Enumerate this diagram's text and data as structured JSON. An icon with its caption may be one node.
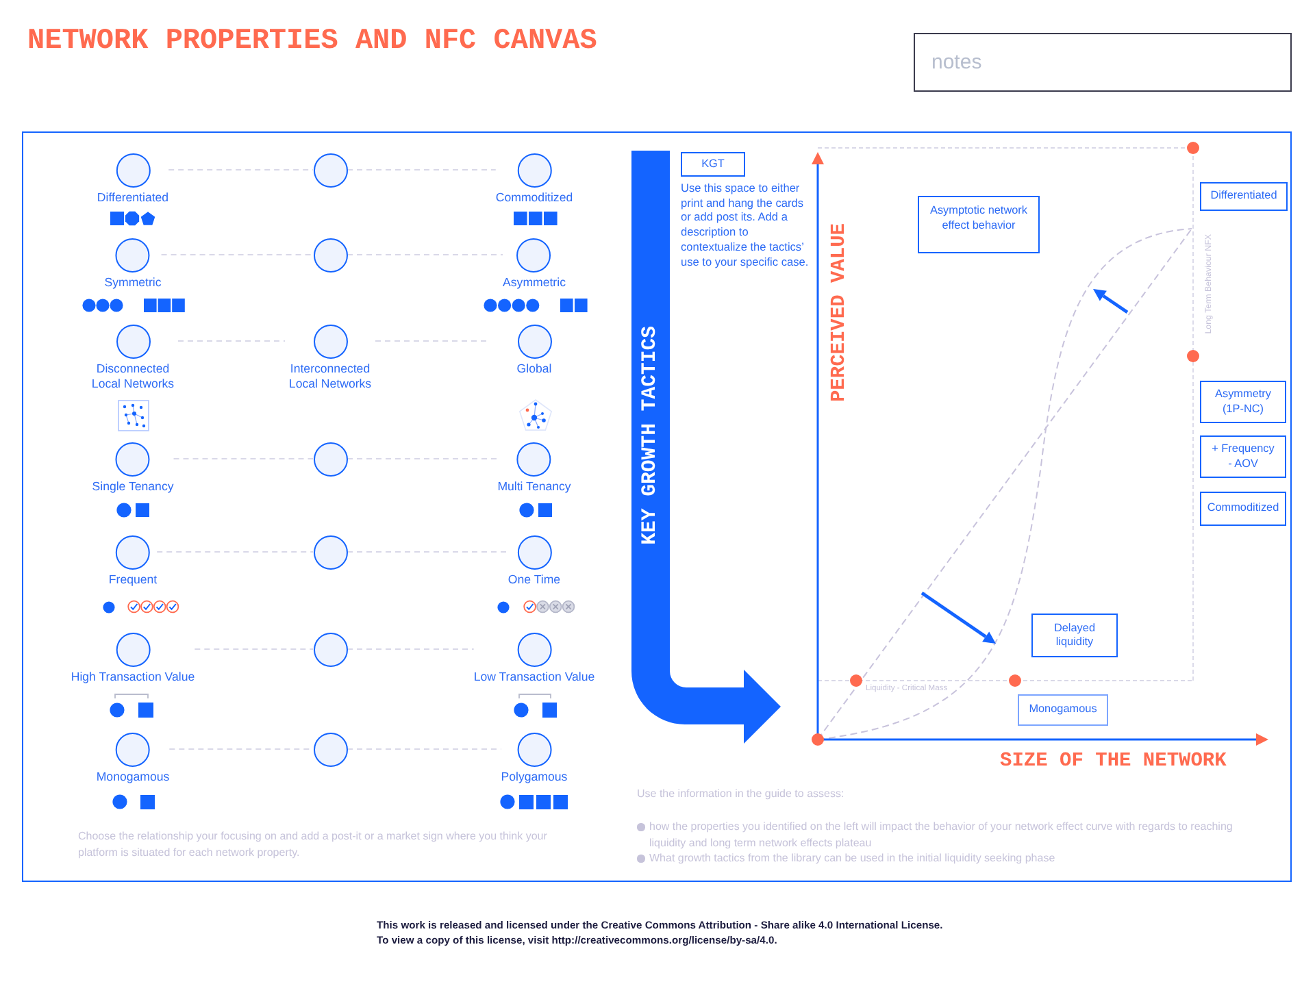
{
  "diagram": {
    "title": "NETWORK PROPERTIES AND NFC CANVAS",
    "nodes": [
      {
        "text": [
          "notes"
        ]
      },
      {
        "text": [
          "Differentiated"
        ]
      },
      {
        "text": [],
        "shape": "circle"
      },
      {
        "text": [
          "Commoditized"
        ]
      },
      {
        "text": [
          "Symmetric"
        ]
      },
      {
        "text": [],
        "shape": "circle"
      },
      {
        "text": [
          "Asymmetric"
        ]
      },
      {
        "text": [
          "Disconnected Local Networks"
        ]
      },
      {
        "text": [
          "Interconnected Local Networks"
        ]
      },
      {
        "text": [
          "Global"
        ]
      },
      {
        "text": [
          "Single Tenancy"
        ]
      },
      {
        "text": [],
        "shape": "circle"
      },
      {
        "text": [
          "Multi Tenancy"
        ]
      },
      {
        "text": [
          "Frequent"
        ]
      },
      {
        "text": [],
        "shape": "circle"
      },
      {
        "text": [
          "One Time"
        ]
      },
      {
        "text": [
          "High Transaction Value"
        ]
      },
      {
        "text": [],
        "shape": "circle"
      },
      {
        "text": [
          "Low Transaction Value"
        ]
      },
      {
        "text": [
          "Monogamous"
        ]
      },
      {
        "text": [],
        "shape": "circle"
      },
      {
        "text": [
          "Polygamous"
        ]
      },
      {
        "text": [
          "KEY GROWTH TACTICS"
        ]
      },
      {
        "text": [
          "KGT"
        ]
      },
      {
        "text": [
          "Asymptotic network effect behavior"
        ]
      },
      {
        "text": [
          "Differentiated"
        ]
      },
      {
        "text": [
          "Asymmetry (1P-NC)"
        ]
      },
      {
        "text": [
          "+ Frequency - AOV"
        ]
      },
      {
        "text": [
          "Commoditized"
        ]
      },
      {
        "text": [
          "Delayed liquidity"
        ]
      },
      {
        "text": [
          "Monogamous"
        ]
      }
    ],
    "edges": [
      {
        "from": 1,
        "to": 2,
        "arrow": "none",
        "style": "dashed"
      },
      {
        "from": 2,
        "to": 3,
        "arrow": "none",
        "style": "dashed"
      },
      {
        "from": 4,
        "to": 5,
        "arrow": "none",
        "style": "dashed"
      },
      {
        "from": 5,
        "to": 6,
        "arrow": "none",
        "style": "dashed"
      },
      {
        "from": 7,
        "to": 8,
        "arrow": "none",
        "style": "dashed"
      },
      {
        "from": 8,
        "to": 9,
        "arrow": "none",
        "style": "dashed"
      },
      {
        "from": 10,
        "to": 11,
        "arrow": "none",
        "style": "dashed"
      },
      {
        "from": 11,
        "to": 12,
        "arrow": "none",
        "style": "dashed"
      },
      {
        "from": 13,
        "to": 14,
        "arrow": "none",
        "style": "dashed"
      },
      {
        "from": 14,
        "to": 15,
        "arrow": "none",
        "style": "dashed"
      },
      {
        "from": 16,
        "to": 17,
        "arrow": "none",
        "style": "dashed"
      },
      {
        "from": 17,
        "to": 18,
        "arrow": "none",
        "style": "dashed"
      },
      {
        "from": 19,
        "to": 20,
        "arrow": "none",
        "style": "dashed"
      },
      {
        "from": 20,
        "to": 21,
        "arrow": "none",
        "style": "dashed"
      }
    ],
    "labels": [
      "Choose the relationship your focusing on and add a post-it or a market sign where you think your platform is situated for each network property.",
      "Use this space to either print and hang the cards or add post its. Add a description to contextualize the tactics’ use to your specific case.",
      "PERCEIVED VALUE",
      "Long Term Behaviour NFX",
      "Liquidity - Critical Mass",
      "SIZE OF THE NETWORK",
      "Use the information in the guide to assess:",
      "how the properties you identified on the left will impact the behavior of your network effect curve with regards to reaching liquidity and long term network effects plateau",
      "What growth tactics from the library can be used in the initial liquidity seeking phase",
      "This work is released and licensed under the Creative Commons Attribution - Share alike 4.0 International License.",
      "To view a copy of this license, visit http://creativecommons.org/license/by-sa/4.0."
    ]
  }
}
